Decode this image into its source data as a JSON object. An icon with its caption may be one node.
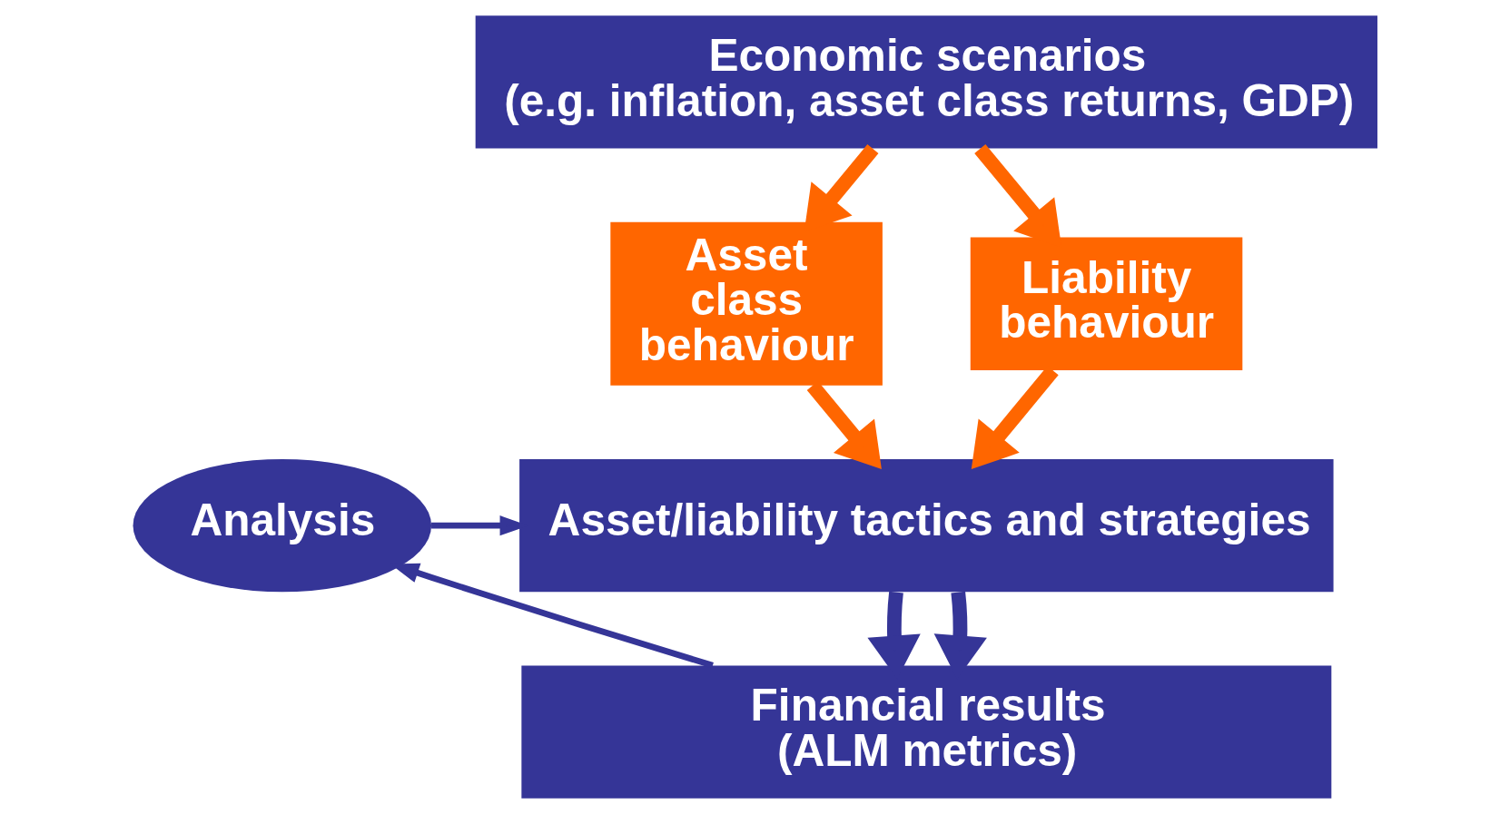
{
  "diagram": {
    "nodes": [
      {
        "text": [
          "Economic scenarios (e.g. inflation, asset class returns, GDP)"
        ]
      },
      {
        "text": [
          "Asset class behaviour"
        ]
      },
      {
        "text": [
          "Liability behaviour"
        ]
      },
      {
        "text": [
          "Asset/liability tactics and strategies"
        ]
      },
      {
        "text": [
          "Analysis"
        ]
      },
      {
        "text": [
          "Financial results (ALM metrics)"
        ]
      }
    ],
    "edges": [
      {
        "from": 0,
        "to": 1,
        "arrow": "to"
      },
      {
        "from": 0,
        "to": 2,
        "arrow": "to"
      },
      {
        "from": 1,
        "to": 3,
        "arrow": "to"
      },
      {
        "from": 2,
        "to": 3,
        "arrow": "to"
      },
      {
        "from": 3,
        "to": 5,
        "arrow": "to",
        "color": "#353597"
      },
      {
        "from": 3,
        "to": 5,
        "arrow": "to",
        "color": "#353597"
      },
      {
        "from": 5,
        "to": 4,
        "arrow": "to",
        "color": "#353597"
      },
      {
        "from": 4,
        "to": 3,
        "arrow": "to",
        "color": "#353597"
      }
    ]
  }
}
